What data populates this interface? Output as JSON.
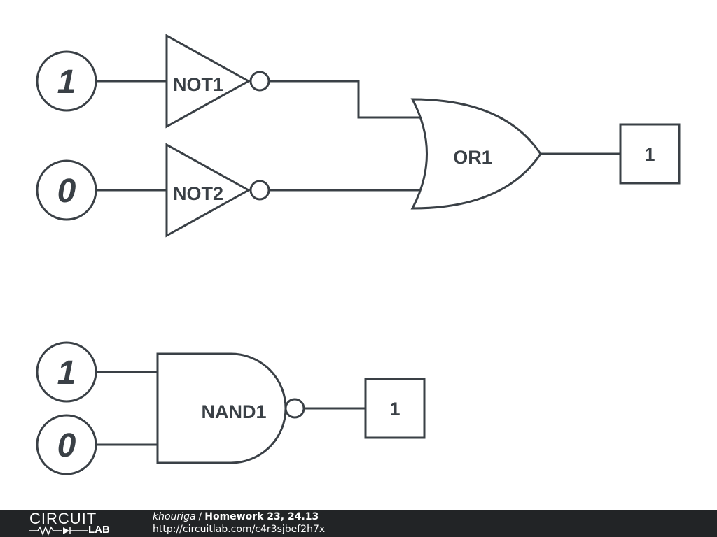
{
  "circuit": {
    "top": {
      "inputs": [
        {
          "value": "1"
        },
        {
          "value": "0"
        }
      ],
      "gates": [
        {
          "label": "NOT1"
        },
        {
          "label": "NOT2"
        },
        {
          "label": "OR1"
        }
      ],
      "output": {
        "value": "1"
      }
    },
    "bottom": {
      "inputs": [
        {
          "value": "1"
        },
        {
          "value": "0"
        }
      ],
      "gate": {
        "label": "NAND1"
      },
      "output": {
        "value": "1"
      }
    }
  },
  "footer": {
    "logo_top": "CIRCUIT",
    "logo_bottom": "LAB",
    "author": "khouriga",
    "separator": "/",
    "title": "Homework 23, 24.13",
    "url": "http://circuitlab.com/c4r3sjbef2h7x"
  },
  "colors": {
    "stroke": "#3a4046",
    "footer_bg": "#222426",
    "footer_text": "#ffffff"
  }
}
